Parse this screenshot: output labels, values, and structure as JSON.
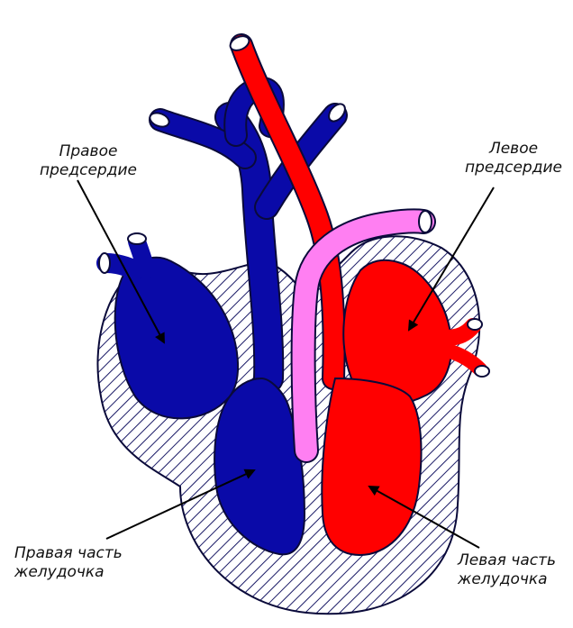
{
  "labels": {
    "right_atrium": "Правое\nпредсердие",
    "left_atrium": "Левое\nпредсердие",
    "right_ventricle": "Правая часть\nжелудочка",
    "left_ventricle": "Левая часть\nжелудочка"
  },
  "colors": {
    "venous_blue": "#0a0aa8",
    "arterial_red": "#ff0000",
    "pulmonary_pink": "#ff7ff2",
    "hatch": "#1a1a66",
    "outline": "#0a0a3a",
    "pointer": "#000000"
  }
}
